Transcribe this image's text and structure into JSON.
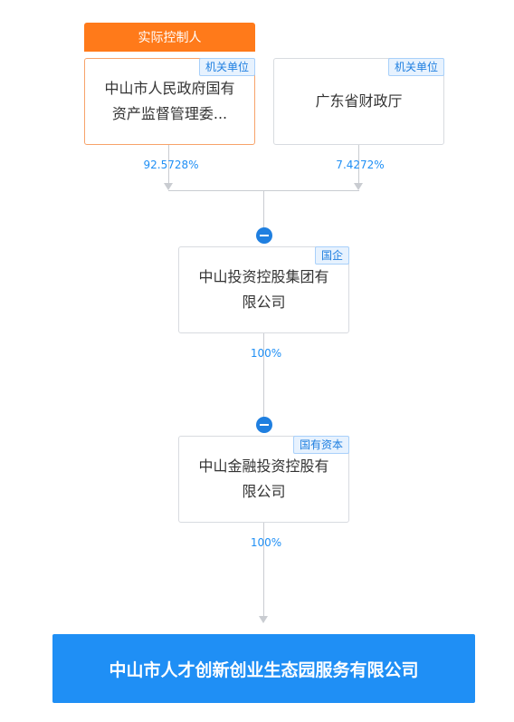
{
  "controller_badge": "实际控制人",
  "shareholders": [
    {
      "name": "中山市人民政府国有资产监督管理委...",
      "tag": "机关单位",
      "percent": "92.5728%",
      "controller": true
    },
    {
      "name": "广东省财政厅",
      "tag": "机关单位",
      "percent": "7.4272%",
      "controller": false
    }
  ],
  "level1": {
    "name": "中山投资控股集团有限公司",
    "tag": "国企",
    "percent": "100%"
  },
  "level2": {
    "name": "中山金融投资控股有限公司",
    "tag": "国有资本",
    "percent": "100%"
  },
  "target": {
    "name": "中山市人才创新创业生态园服务有限公司"
  },
  "colors": {
    "accent": "#1f8ff5",
    "controller": "#ff7a1a",
    "connector": "#c9ccd1"
  },
  "icons": [
    "collapse-icon"
  ]
}
